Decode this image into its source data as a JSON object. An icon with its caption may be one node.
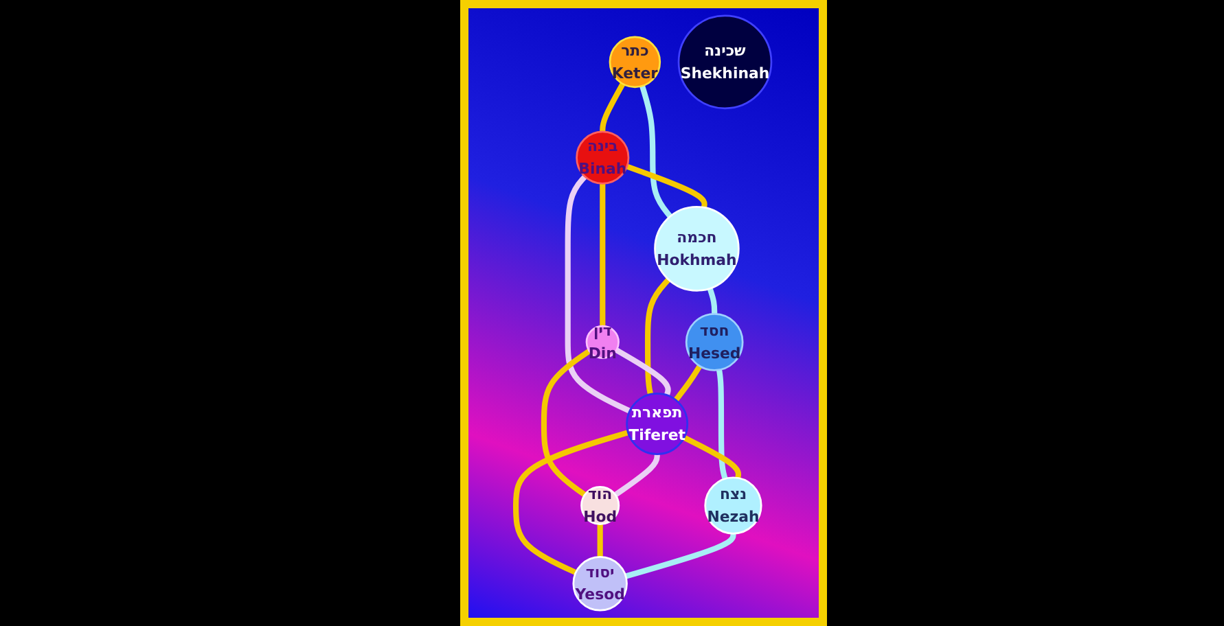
{
  "diagram": {
    "nodes": [
      {
        "text": [
          "כתר",
          "Keter"
        ]
      },
      {
        "text": [
          "בינה",
          "Binah"
        ]
      },
      {
        "text": [
          "חכמה",
          "Hokhmah"
        ]
      },
      {
        "text": [
          "דין",
          "Din"
        ]
      },
      {
        "text": [
          "חסד",
          "Hesed"
        ]
      },
      {
        "text": [
          "תפארת",
          "Tiferet"
        ]
      },
      {
        "text": [
          "הוד",
          "Hod"
        ]
      },
      {
        "text": [
          "נצח",
          "Nezah"
        ]
      },
      {
        "text": [
          "יסוד",
          "Yesod"
        ]
      },
      {
        "text": [
          "שכינה",
          "Shekhinah"
        ]
      }
    ],
    "edges": [
      {
        "from": 0,
        "to": 1,
        "arrow": "none"
      },
      {
        "from": 0,
        "to": 2,
        "arrow": "none",
        "color": "#a8eef5"
      },
      {
        "from": 1,
        "to": 2,
        "arrow": "none"
      },
      {
        "from": 1,
        "to": 3,
        "arrow": "none"
      },
      {
        "from": 1,
        "to": 5,
        "arrow": "none",
        "color": "#ead0f5"
      },
      {
        "from": 2,
        "to": 5,
        "arrow": "none"
      },
      {
        "from": 2,
        "to": 4,
        "arrow": "none",
        "color": "#a8eef5"
      },
      {
        "from": 3,
        "to": 5,
        "arrow": "none",
        "color": "#ead0f5"
      },
      {
        "from": 4,
        "to": 5,
        "arrow": "none"
      },
      {
        "from": 3,
        "to": 6,
        "arrow": "none"
      },
      {
        "from": 4,
        "to": 7,
        "arrow": "none",
        "color": "#a8eef5"
      },
      {
        "from": 5,
        "to": 6,
        "arrow": "none",
        "color": "#ead0f5"
      },
      {
        "from": 5,
        "to": 7,
        "arrow": "none"
      },
      {
        "from": 5,
        "to": 8,
        "arrow": "none"
      },
      {
        "from": 6,
        "to": 8,
        "arrow": "none"
      },
      {
        "from": 7,
        "to": 8,
        "arrow": "none",
        "color": "#a8eef5"
      }
    ]
  }
}
